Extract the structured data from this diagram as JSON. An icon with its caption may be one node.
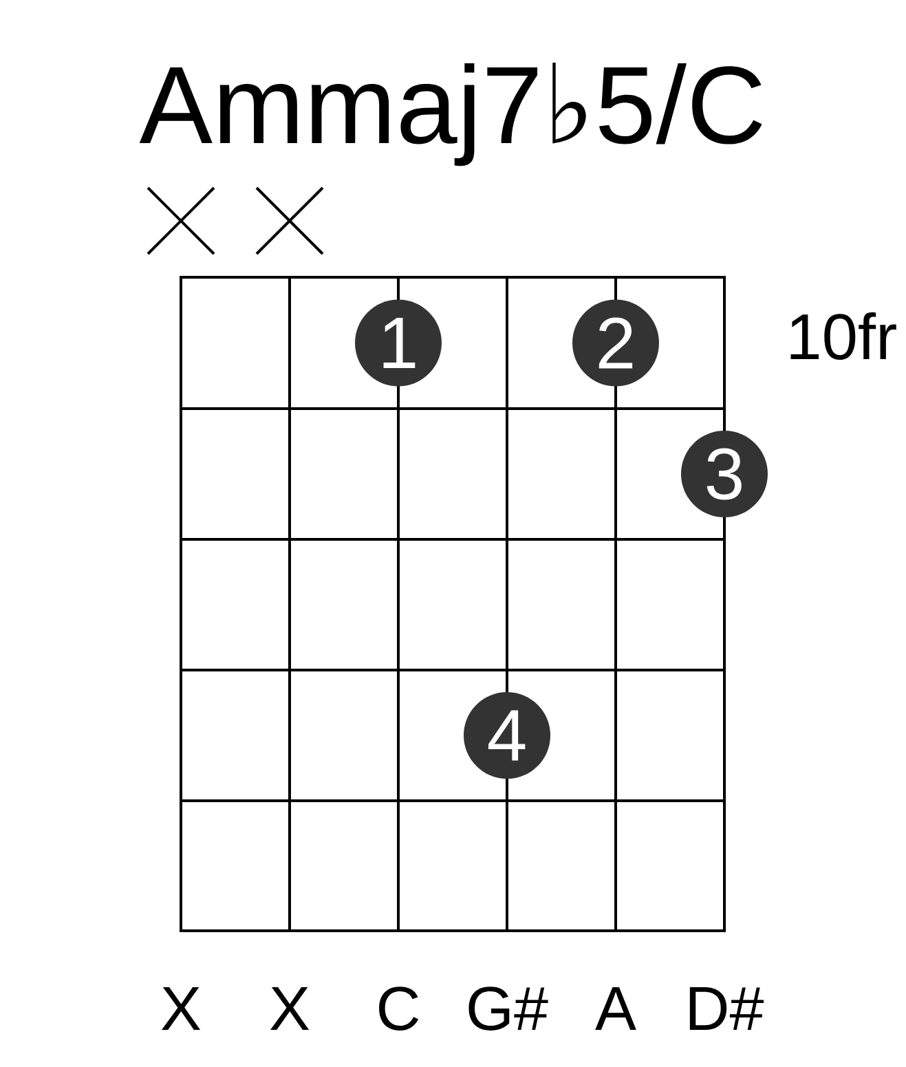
{
  "diagram": {
    "title": "Ammaj7♭5/C",
    "nodes": [
      {
        "text": [
          "1"
        ]
      },
      {
        "text": [
          "2"
        ]
      },
      {
        "text": [
          "3"
        ]
      },
      {
        "text": [
          "4"
        ]
      }
    ],
    "labels": [
      "10fr",
      "X",
      "X",
      "C",
      "G#",
      "A",
      "D#"
    ]
  }
}
